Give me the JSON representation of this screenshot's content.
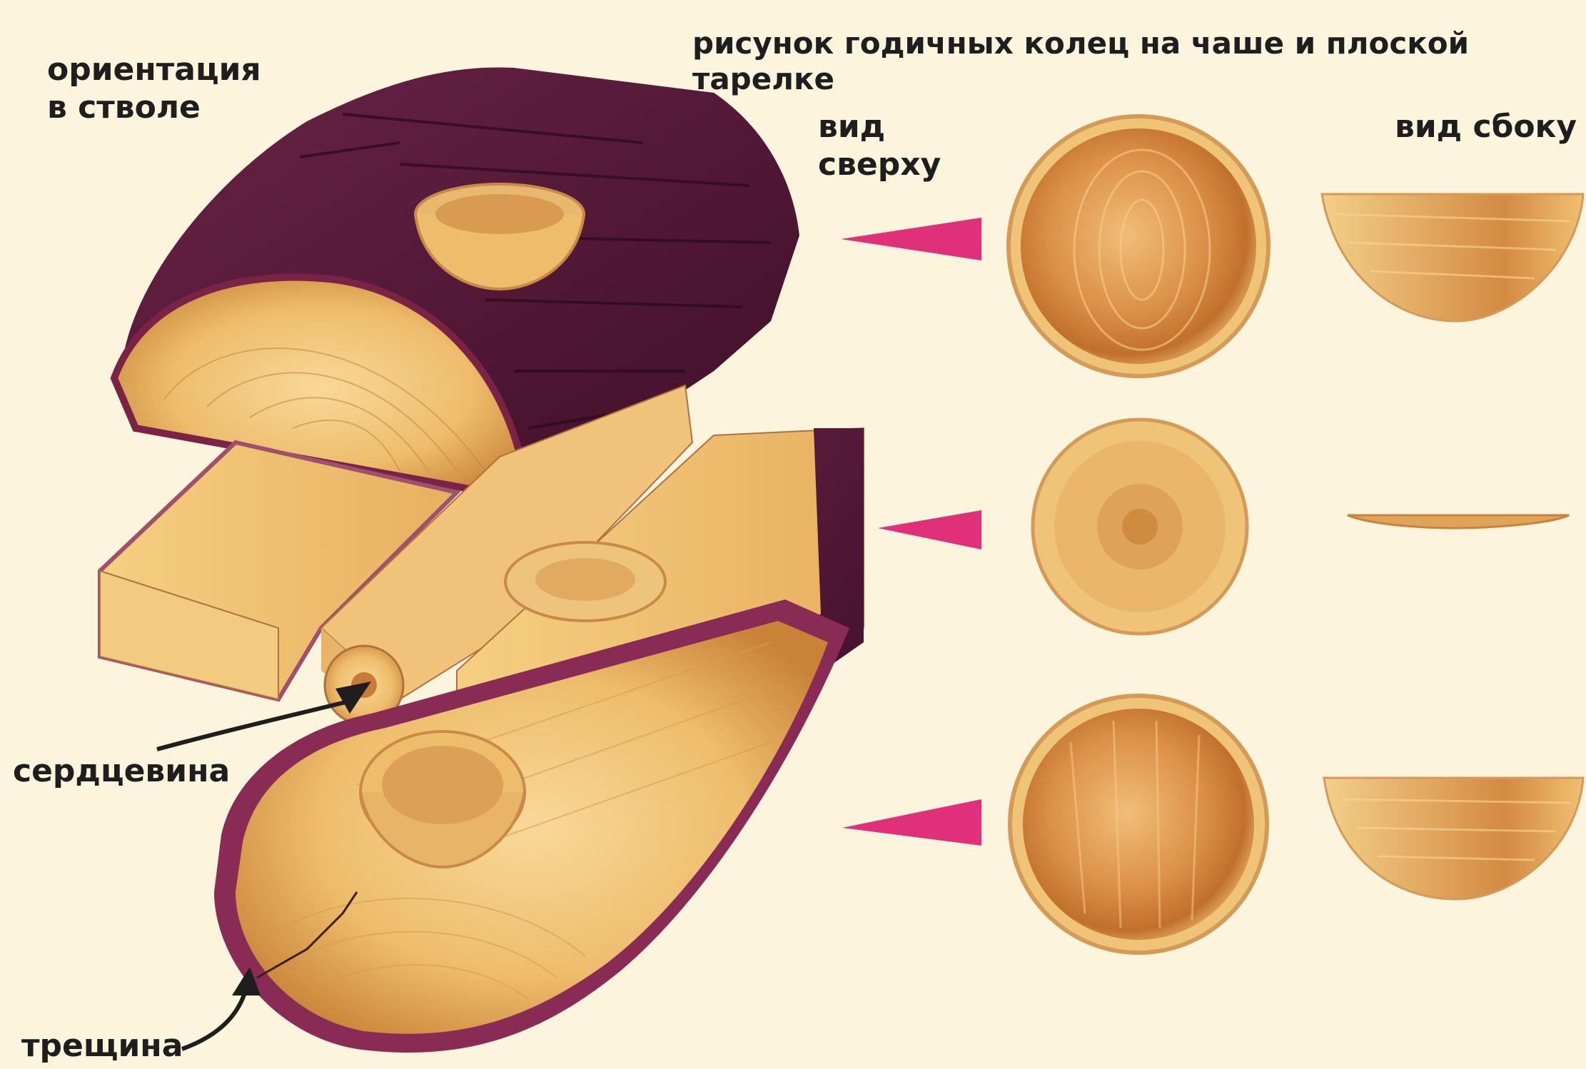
{
  "title": "рисунок годичных колец на чаше и плоской тарелке",
  "labels": {
    "orientation": "ориентация\nв стволе",
    "top_view": "вид\nсверху",
    "side_view": "вид сбоку",
    "pith": "сердцевина",
    "crack": "трещина"
  },
  "colors": {
    "background": "#fcf4dc",
    "bark": "#5a1a3a",
    "wood": "#f0c070",
    "arrow": "#e0307a"
  },
  "rows": [
    {
      "name": "bowl-upper-half",
      "top_view": "bowl-top",
      "side_view": "bowl-side"
    },
    {
      "name": "plate-middle",
      "top_view": "plate-top",
      "side_view": "plate-side"
    },
    {
      "name": "bowl-lower-half",
      "top_view": "bowl-top",
      "side_view": "bowl-side"
    }
  ]
}
